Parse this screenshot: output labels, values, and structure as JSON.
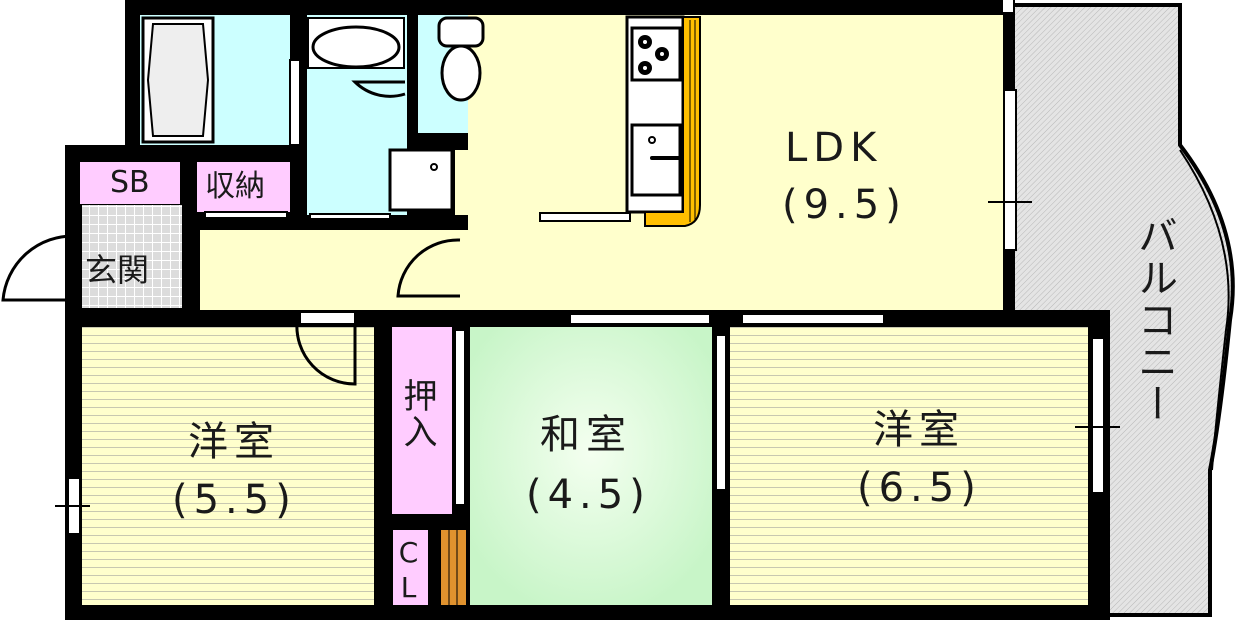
{
  "floor_plan": {
    "rooms": [
      {
        "id": "ldk",
        "name": "LDK",
        "size": "(9.5)"
      },
      {
        "id": "western_left",
        "name": "洋室",
        "size": "(5.5)"
      },
      {
        "id": "japanese",
        "name": "和室",
        "size": "(4.5)"
      },
      {
        "id": "western_right",
        "name": "洋室",
        "size": "(6.5)"
      },
      {
        "id": "entrance",
        "name": "玄関"
      },
      {
        "id": "shoe_box",
        "name": "SB"
      },
      {
        "id": "storage",
        "name": "収納"
      },
      {
        "id": "oshiire",
        "name": "押入"
      },
      {
        "id": "closet",
        "name": "CL"
      },
      {
        "id": "balcony",
        "name": "バルコニー"
      }
    ],
    "fixtures": [
      "bathtub",
      "washbasin",
      "toilet",
      "washing-machine-pan",
      "gas-stove",
      "kitchen-sink"
    ],
    "colors": {
      "wall": "#000000",
      "wet_area": "#ccffff",
      "ldk_floor": "#ffffcc",
      "western_floor": "#ffffcc",
      "japanese_floor": "#ccffcc",
      "storage": "#ffccff",
      "entrance_tile": "#dddddd",
      "balcony": "#dcdcdc",
      "counter": "#ffbf00",
      "shelf": "#e0922e"
    }
  }
}
